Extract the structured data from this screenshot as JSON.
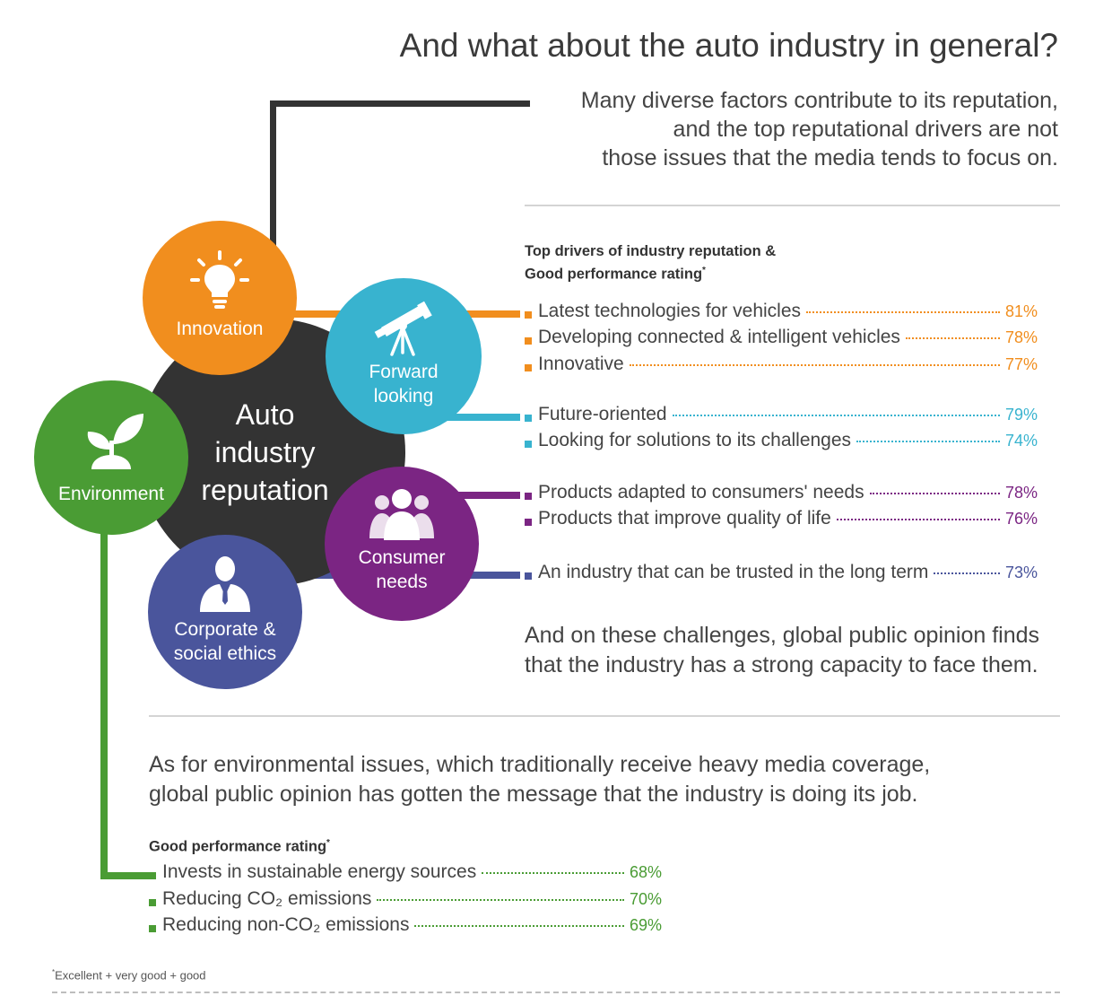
{
  "title": "And what about the auto industry in general?",
  "intro_lines": [
    "Many diverse factors contribute to its reputation,",
    "and the top reputational drivers are not",
    "those issues that the media tends to focus on."
  ],
  "drivers_subtitle": {
    "line1": "Top drivers of industry reputation &",
    "line2": "Good performance rating",
    "mark": "*"
  },
  "center_label": [
    "Auto",
    "industry",
    "reputation"
  ],
  "circles": {
    "innovation": {
      "label": "Innovation",
      "color": "#f18e1e",
      "icon": "lightbulb-icon"
    },
    "forward": {
      "label_1": "Forward",
      "label_2": "looking",
      "color": "#38b3cf",
      "icon": "telescope-icon"
    },
    "environment": {
      "label": "Environment",
      "color": "#4a9c34",
      "icon": "seedling-icon"
    },
    "consumer": {
      "label_1": "Consumer",
      "label_2": "needs",
      "color": "#7b2583",
      "icon": "people-icon"
    },
    "ethics": {
      "label_1": "Corporate &",
      "label_2": "social ethics",
      "color": "#4a559c",
      "icon": "businessman-icon"
    },
    "center": {
      "color": "#333333"
    }
  },
  "colors": {
    "orange": "#f18e1e",
    "teal": "#38b3cf",
    "purple": "#7b2583",
    "indigo": "#4a559c",
    "green": "#4a9c34",
    "dark": "#333333"
  },
  "drivers": [
    {
      "text": "Latest technologies for vehicles",
      "pct": "81%",
      "color": "#f18e1e"
    },
    {
      "text": "Developing connected & intelligent vehicles",
      "pct": "78%",
      "color": "#f18e1e"
    },
    {
      "text": "Innovative",
      "pct": "77%",
      "color": "#f18e1e"
    },
    {
      "text": "Future-oriented",
      "pct": "79%",
      "color": "#38b3cf"
    },
    {
      "text": "Looking for solutions to its challenges",
      "pct": "74%",
      "color": "#38b3cf"
    },
    {
      "text": "Products adapted to consumers' needs",
      "pct": "78%",
      "color": "#7b2583"
    },
    {
      "text": "Products that improve quality of life",
      "pct": "76%",
      "color": "#7b2583"
    },
    {
      "text": "An industry that can be trusted in the long term",
      "pct": "73%",
      "color": "#4a559c"
    }
  ],
  "challenge_text": {
    "line1": "And on these challenges, global public opinion finds",
    "line2": "that the industry has a strong capacity to face them."
  },
  "env_text": {
    "line1": "As for environmental issues, which traditionally receive heavy media coverage,",
    "line2": "global public opinion has gotten the message that the industry is doing its job."
  },
  "env_subtitle": {
    "text": "Good performance rating",
    "mark": "*"
  },
  "env_items": [
    {
      "text": "Invests in sustainable energy sources",
      "pct": "68%"
    },
    {
      "text": "Reducing CO₂ emissions",
      "pct": "70%"
    },
    {
      "text": "Reducing non-CO₂ emissions",
      "pct": "69%"
    }
  ],
  "footnote": {
    "mark": "*",
    "text": "Excellent + very good + good"
  }
}
